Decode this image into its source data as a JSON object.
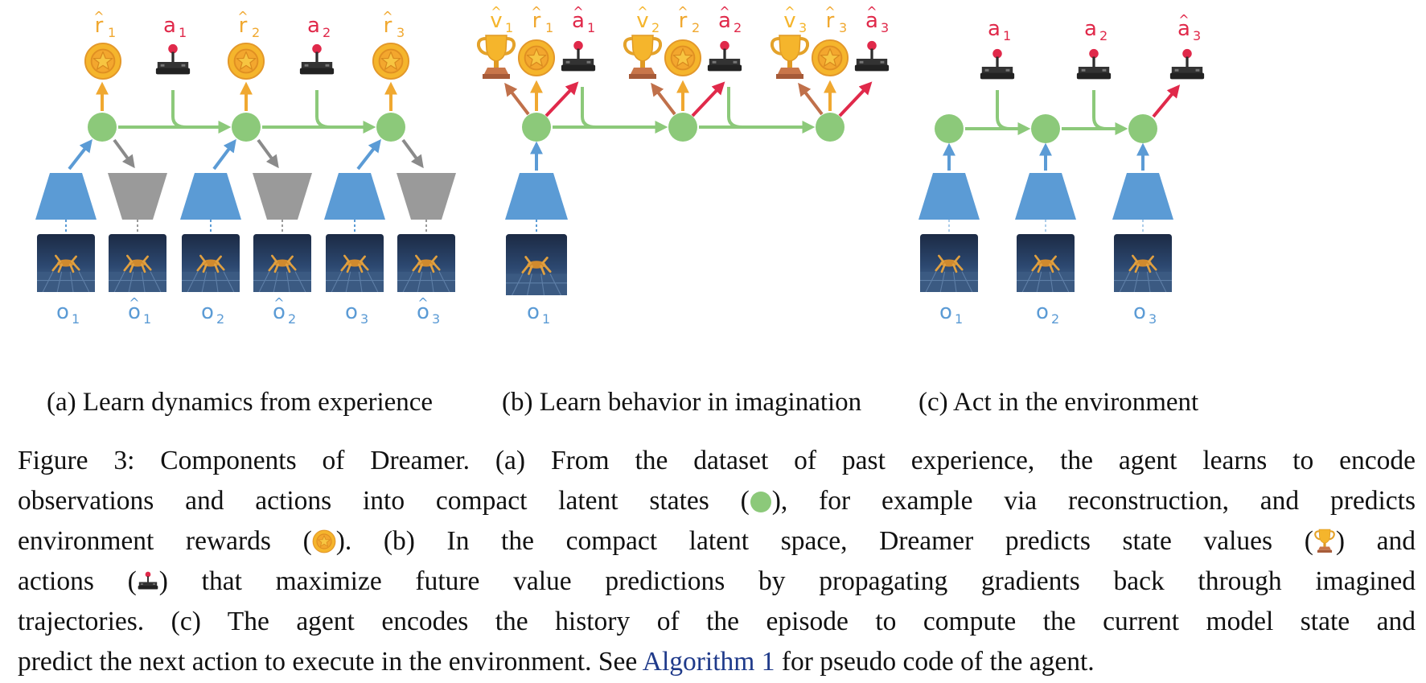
{
  "figure": {
    "panel_a": {
      "caption": "(a) Learn dynamics from experience",
      "obs_labels": [
        {
          "base": "o",
          "sub": "1",
          "hat": false
        },
        {
          "base": "o",
          "sub": "1",
          "hat": true
        },
        {
          "base": "o",
          "sub": "2",
          "hat": false
        },
        {
          "base": "o",
          "sub": "2",
          "hat": true
        },
        {
          "base": "o",
          "sub": "3",
          "hat": false
        },
        {
          "base": "o",
          "sub": "3",
          "hat": true
        }
      ],
      "reward_labels": [
        {
          "base": "r",
          "sub": "1",
          "hat": true
        },
        {
          "base": "r",
          "sub": "2",
          "hat": true
        },
        {
          "base": "r",
          "sub": "3",
          "hat": true
        }
      ],
      "action_labels": [
        {
          "base": "a",
          "sub": "1",
          "hat": false
        },
        {
          "base": "a",
          "sub": "2",
          "hat": false
        }
      ]
    },
    "panel_b": {
      "caption": "(b) Learn behavior in imagination",
      "obs_labels": [
        {
          "base": "o",
          "sub": "1",
          "hat": false
        }
      ],
      "top_groups": [
        [
          {
            "base": "v",
            "sub": "1",
            "hat": true
          },
          {
            "base": "r",
            "sub": "1",
            "hat": true
          },
          {
            "base": "a",
            "sub": "1",
            "hat": true
          }
        ],
        [
          {
            "base": "v",
            "sub": "2",
            "hat": true
          },
          {
            "base": "r",
            "sub": "2",
            "hat": true
          },
          {
            "base": "a",
            "sub": "2",
            "hat": true
          }
        ],
        [
          {
            "base": "v",
            "sub": "3",
            "hat": true
          },
          {
            "base": "r",
            "sub": "3",
            "hat": true
          },
          {
            "base": "a",
            "sub": "3",
            "hat": true
          }
        ]
      ]
    },
    "panel_c": {
      "caption": "(c) Act in the environment",
      "obs_labels": [
        {
          "base": "o",
          "sub": "1",
          "hat": false
        },
        {
          "base": "o",
          "sub": "2",
          "hat": false
        },
        {
          "base": "o",
          "sub": "3",
          "hat": false
        }
      ],
      "action_labels": [
        {
          "base": "a",
          "sub": "1",
          "hat": false
        },
        {
          "base": "a",
          "sub": "2",
          "hat": false
        },
        {
          "base": "a",
          "sub": "3",
          "hat": true
        }
      ]
    }
  },
  "colors": {
    "state": "#8cc97a",
    "observation": "#5b9bd5",
    "decoder": "#9a9a9a",
    "reward": "#f0a830",
    "value": "#f5b52c",
    "action": "#e0294a",
    "value_arrow": "#c0704a"
  },
  "icons": {
    "reward": "star-coin-icon",
    "value": "trophy-icon",
    "action": "joystick-icon",
    "state": "green-circle-icon"
  },
  "caption": {
    "lines": [
      "Figure 3: Components of Dreamer. (a) From the dataset of past experience, the agent learns to encode",
      [
        "observations and actions into compact latent states (",
        "), for example via reconstruction, and predicts"
      ],
      [
        "environment rewards (",
        "). (b) In the compact latent space, Dreamer predicts state values (",
        ") and"
      ],
      [
        "actions (",
        ") that maximize future value predictions by propagating gradients back through imagined"
      ],
      "trajectories. (c) The agent encodes the history of the episode to compute the current model state and",
      [
        "predict the next action to execute in the environment. See ",
        "Algorithm 1",
        " for pseudo code of the agent."
      ]
    ]
  }
}
